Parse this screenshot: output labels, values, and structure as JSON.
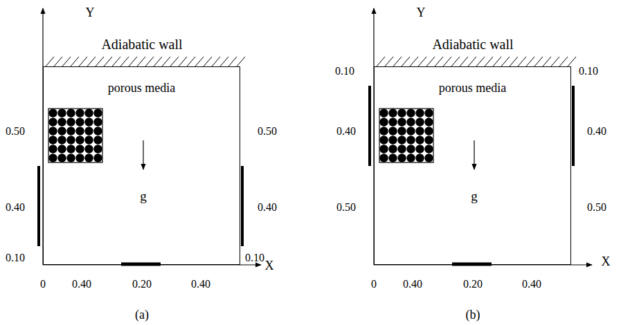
{
  "diagram": {
    "nodes": [
      {
        "text": [
          "porous media"
        ]
      },
      {
        "text": [
          "porous media"
        ]
      }
    ],
    "labels": [
      "Y",
      "X",
      "Adiabatic wall",
      "g",
      "0.50",
      "0.40",
      "0.10",
      "0.50",
      "0.40",
      "0.10",
      "0",
      "0.40",
      "0.20",
      "0.40",
      "(a)",
      "Y",
      "X",
      "Adiabatic wall",
      "g",
      "0.10",
      "0.40",
      "0.50",
      "0.10",
      "0.40",
      "0.50",
      "0",
      "0.40",
      "0.20",
      "0.40",
      "(b)"
    ]
  }
}
